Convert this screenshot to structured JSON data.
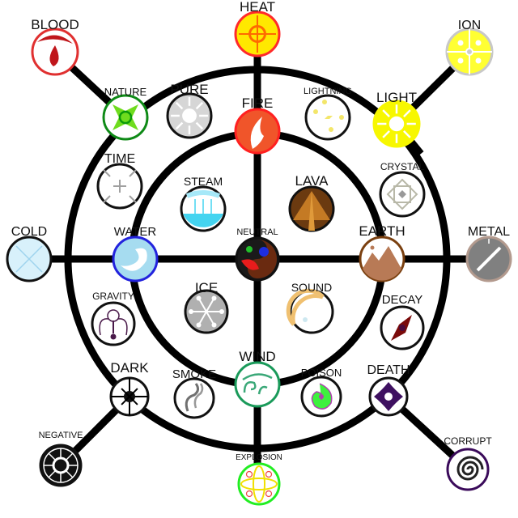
{
  "title": "Element wheel",
  "nodes": [
    {
      "id": "blood",
      "label": "BLOOD",
      "fill": "#ffffff",
      "stroke": "#e03030",
      "accent": "#c0161b",
      "icon": "drop"
    },
    {
      "id": "heat",
      "label": "HEAT",
      "fill": "#ffe800",
      "stroke": "#ff2a2a",
      "accent": "#ff6a00",
      "icon": "cross-ring"
    },
    {
      "id": "ion",
      "label": "ION",
      "fill": "#ffff33",
      "stroke": "#c8c8c8",
      "accent": "#ffffff",
      "icon": "quad-dots"
    },
    {
      "id": "nature",
      "label": "NATURE",
      "fill": "#ffffff",
      "stroke": "#0e8a16",
      "accent": "#6fdc1e",
      "icon": "star4"
    },
    {
      "id": "pure",
      "label": "PURE",
      "fill": "#d6d6d6",
      "stroke": "#111111",
      "accent": "#ffffff",
      "icon": "sun"
    },
    {
      "id": "fire",
      "label": "FIRE",
      "fill": "#f0552a",
      "stroke": "#ff2020",
      "accent": "#ffffff",
      "icon": "flame"
    },
    {
      "id": "lightning",
      "label": "LIGHTNING",
      "fill": "#ffffff",
      "stroke": "#111111",
      "accent": "#f3e66a",
      "icon": "bolt"
    },
    {
      "id": "light",
      "label": "LIGHT",
      "fill": "#f7f700",
      "stroke": "#f7f700",
      "accent": "#ffffff",
      "icon": "sun"
    },
    {
      "id": "time",
      "label": "TIME",
      "fill": "#ffffff",
      "stroke": "#111111",
      "accent": "#a0a0a0",
      "icon": "crosshair"
    },
    {
      "id": "steam",
      "label": "STEAM",
      "fill": "#ffffff",
      "stroke": "#111111",
      "accent": "#44d4f0",
      "icon": "steam"
    },
    {
      "id": "lava",
      "label": "LAVA",
      "fill": "#6b3a10",
      "stroke": "#111111",
      "accent": "#c47a24",
      "icon": "volcano"
    },
    {
      "id": "crystal",
      "label": "CRYSTAL",
      "fill": "#ffffff",
      "stroke": "#111111",
      "accent": "#b8b8a8",
      "icon": "diamond-nest"
    },
    {
      "id": "cold",
      "label": "COLD",
      "fill": "#d8f1fb",
      "stroke": "#111111",
      "accent": "#9fd4ee",
      "icon": "x"
    },
    {
      "id": "water",
      "label": "WATER",
      "fill": "#a6dcf0",
      "stroke": "#2222dd",
      "accent": "#ffffff",
      "icon": "wave"
    },
    {
      "id": "neutral",
      "label": "NEUTRAL",
      "fill": "#1a1a1a",
      "stroke": "#111111",
      "accent": "#e81c1c",
      "icon": "yinyang"
    },
    {
      "id": "earth",
      "label": "EARTH",
      "fill": "#ffffff",
      "stroke": "#7a4010",
      "accent": "#b87a56",
      "icon": "mountain"
    },
    {
      "id": "metal",
      "label": "METAL",
      "fill": "#808080",
      "stroke": "#b39a8e",
      "accent": "#ffffff",
      "icon": "slash"
    },
    {
      "id": "gravity",
      "label": "GRAVITY",
      "fill": "#ffffff",
      "stroke": "#111111",
      "accent": "#4a1a4a",
      "icon": "gravity"
    },
    {
      "id": "ice",
      "label": "ICE",
      "fill": "#b0b0b0",
      "stroke": "#111111",
      "accent": "#ffffff",
      "icon": "flake"
    },
    {
      "id": "sound",
      "label": "SOUND",
      "fill": "#ffffff",
      "stroke": "#111111",
      "accent": "#f0c070",
      "icon": "arcs"
    },
    {
      "id": "decay",
      "label": "DECAY",
      "fill": "#ffffff",
      "stroke": "#111111",
      "accent": "#7a0a0a",
      "icon": "rhombus"
    },
    {
      "id": "dark",
      "label": "DARK",
      "fill": "#ffffff",
      "stroke": "#111111",
      "accent": "#111111",
      "icon": "dark"
    },
    {
      "id": "smoke",
      "label": "SMOKE",
      "fill": "#ffffff",
      "stroke": "#111111",
      "accent": "#707070",
      "icon": "smoke"
    },
    {
      "id": "wind",
      "label": "WIND",
      "fill": "#ffffff",
      "stroke": "#1a9a5a",
      "accent": "#3aa878",
      "icon": "swirl"
    },
    {
      "id": "poison",
      "label": "POISON",
      "fill": "#ffffff",
      "stroke": "#111111",
      "accent": "#3ef03e",
      "icon": "spiral-drop"
    },
    {
      "id": "death",
      "label": "DEATH",
      "fill": "#ffffff",
      "stroke": "#111111",
      "accent": "#3e1060",
      "icon": "petal4"
    },
    {
      "id": "negative",
      "label": "NEGATIVE",
      "fill": "#111111",
      "stroke": "#111111",
      "accent": "#ffffff",
      "icon": "octagon"
    },
    {
      "id": "explosion",
      "label": "EXPLOSION",
      "fill": "#ffffff",
      "stroke": "#22ee22",
      "accent": "#f0e000",
      "icon": "globe"
    },
    {
      "id": "corrupt",
      "label": "CORRUPT",
      "fill": "#ffffff",
      "stroke": "#3a0a5a",
      "accent": "#222222",
      "icon": "spiral"
    }
  ]
}
